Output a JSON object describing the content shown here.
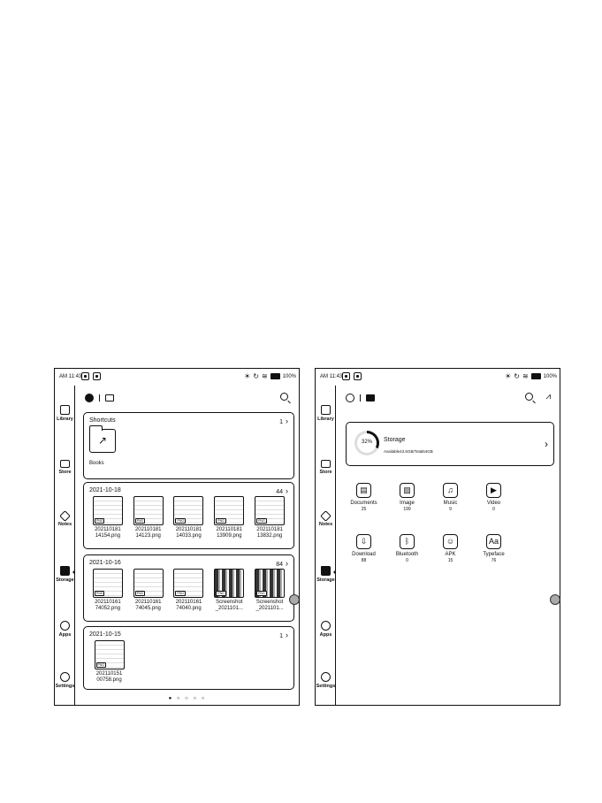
{
  "status": {
    "time": "AM 11:43",
    "battery": "100%"
  },
  "sidebar": {
    "items": [
      {
        "label": "Library",
        "icon": "book-icon"
      },
      {
        "label": "Store",
        "icon": "store-icon"
      },
      {
        "label": "Notes",
        "icon": "pen-icon"
      },
      {
        "label": "Storage",
        "icon": "folder-icon"
      },
      {
        "label": "Apps",
        "icon": "apps-icon"
      },
      {
        "label": "Settings",
        "icon": "gear-icon"
      }
    ]
  },
  "left_screen": {
    "shortcuts": {
      "title": "Shortcuts",
      "count": "1",
      "folder_label": "Books"
    },
    "groups": [
      {
        "date": "2021-10-18",
        "count": "44",
        "files": [
          {
            "line1": "202110181",
            "line2": "14154.png",
            "badge": "PNG"
          },
          {
            "line1": "202110181",
            "line2": "14123.png",
            "badge": "PNG"
          },
          {
            "line1": "202110181",
            "line2": "14033.png",
            "badge": "PNG"
          },
          {
            "line1": "202110181",
            "line2": "13909.png",
            "badge": "PNG"
          },
          {
            "line1": "202110181",
            "line2": "13832.png",
            "badge": "PNG"
          }
        ]
      },
      {
        "date": "2021-10-16",
        "count": "84",
        "files": [
          {
            "line1": "202110161",
            "line2": "74052.png",
            "badge": "PNG"
          },
          {
            "line1": "202110161",
            "line2": "74045.png",
            "badge": "PNG"
          },
          {
            "line1": "202110161",
            "line2": "74040.png",
            "badge": "PNG"
          },
          {
            "line1": "Screenshot",
            "line2": "_2021101...",
            "badge": "PNG"
          },
          {
            "line1": "Screenshot",
            "line2": "_2021101...",
            "badge": "PNG"
          }
        ]
      },
      {
        "date": "2021-10-15",
        "count": "1",
        "files": [
          {
            "line1": "202110151",
            "line2": "00758.png",
            "badge": "PNG"
          }
        ]
      }
    ],
    "page_dots": "● ○ ○ ○ ○"
  },
  "right_screen": {
    "storage": {
      "percent": "32%",
      "title": "Storage",
      "detail": "Available43.5GB/Total64GB"
    },
    "categories": [
      {
        "name": "Documents",
        "count": "25",
        "glyph": "▤"
      },
      {
        "name": "Image",
        "count": "199",
        "glyph": "▨"
      },
      {
        "name": "Music",
        "count": "9",
        "glyph": "♫"
      },
      {
        "name": "Video",
        "count": "0",
        "glyph": "▶"
      },
      {
        "name": "Download",
        "count": "88",
        "glyph": "⇩"
      },
      {
        "name": "Bluetooth",
        "count": "0",
        "glyph": "ᛒ"
      },
      {
        "name": "APK",
        "count": "15",
        "glyph": "☺"
      },
      {
        "name": "Typeface",
        "count": "76",
        "glyph": "Aa"
      }
    ]
  }
}
